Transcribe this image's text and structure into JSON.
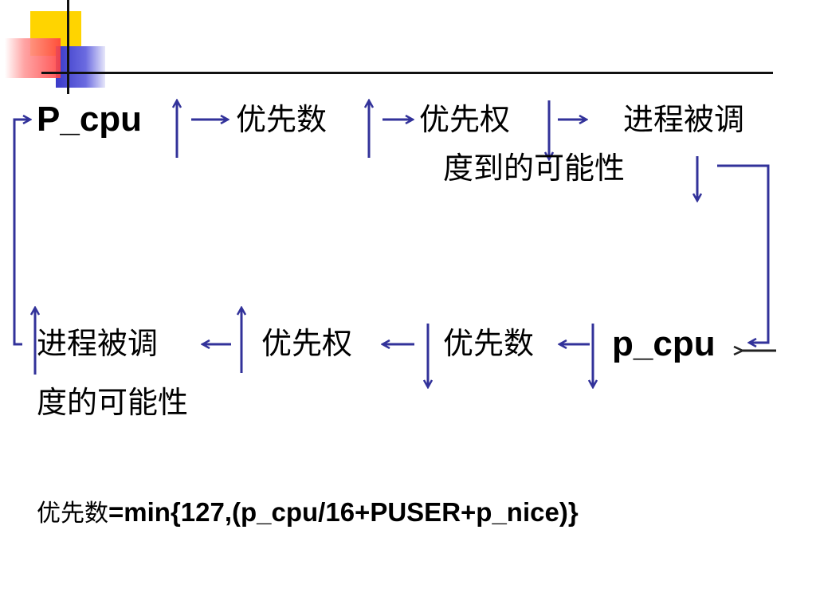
{
  "colors": {
    "arrow": "#32329a",
    "deco_yellow": "#ffd400",
    "deco_blue": "#4a4ad0",
    "deco_red": "#ff5a5a",
    "rule": "#111111"
  },
  "top_row": {
    "p_cpu": "P_cpu",
    "priority_number": "优先数",
    "priority": "优先权",
    "schedule_line1": "进程被调",
    "schedule_line2": "度到的可能性"
  },
  "bottom_row": {
    "schedule_line1": "进程被调",
    "schedule_line2": "度的可能性",
    "priority": "优先权",
    "priority_number": "优先数",
    "p_cpu": "p_cpu"
  },
  "formula": {
    "prefix": "优先数",
    "expression": "=min{127,(p_cpu/16+PUSER+p_nice)}"
  }
}
